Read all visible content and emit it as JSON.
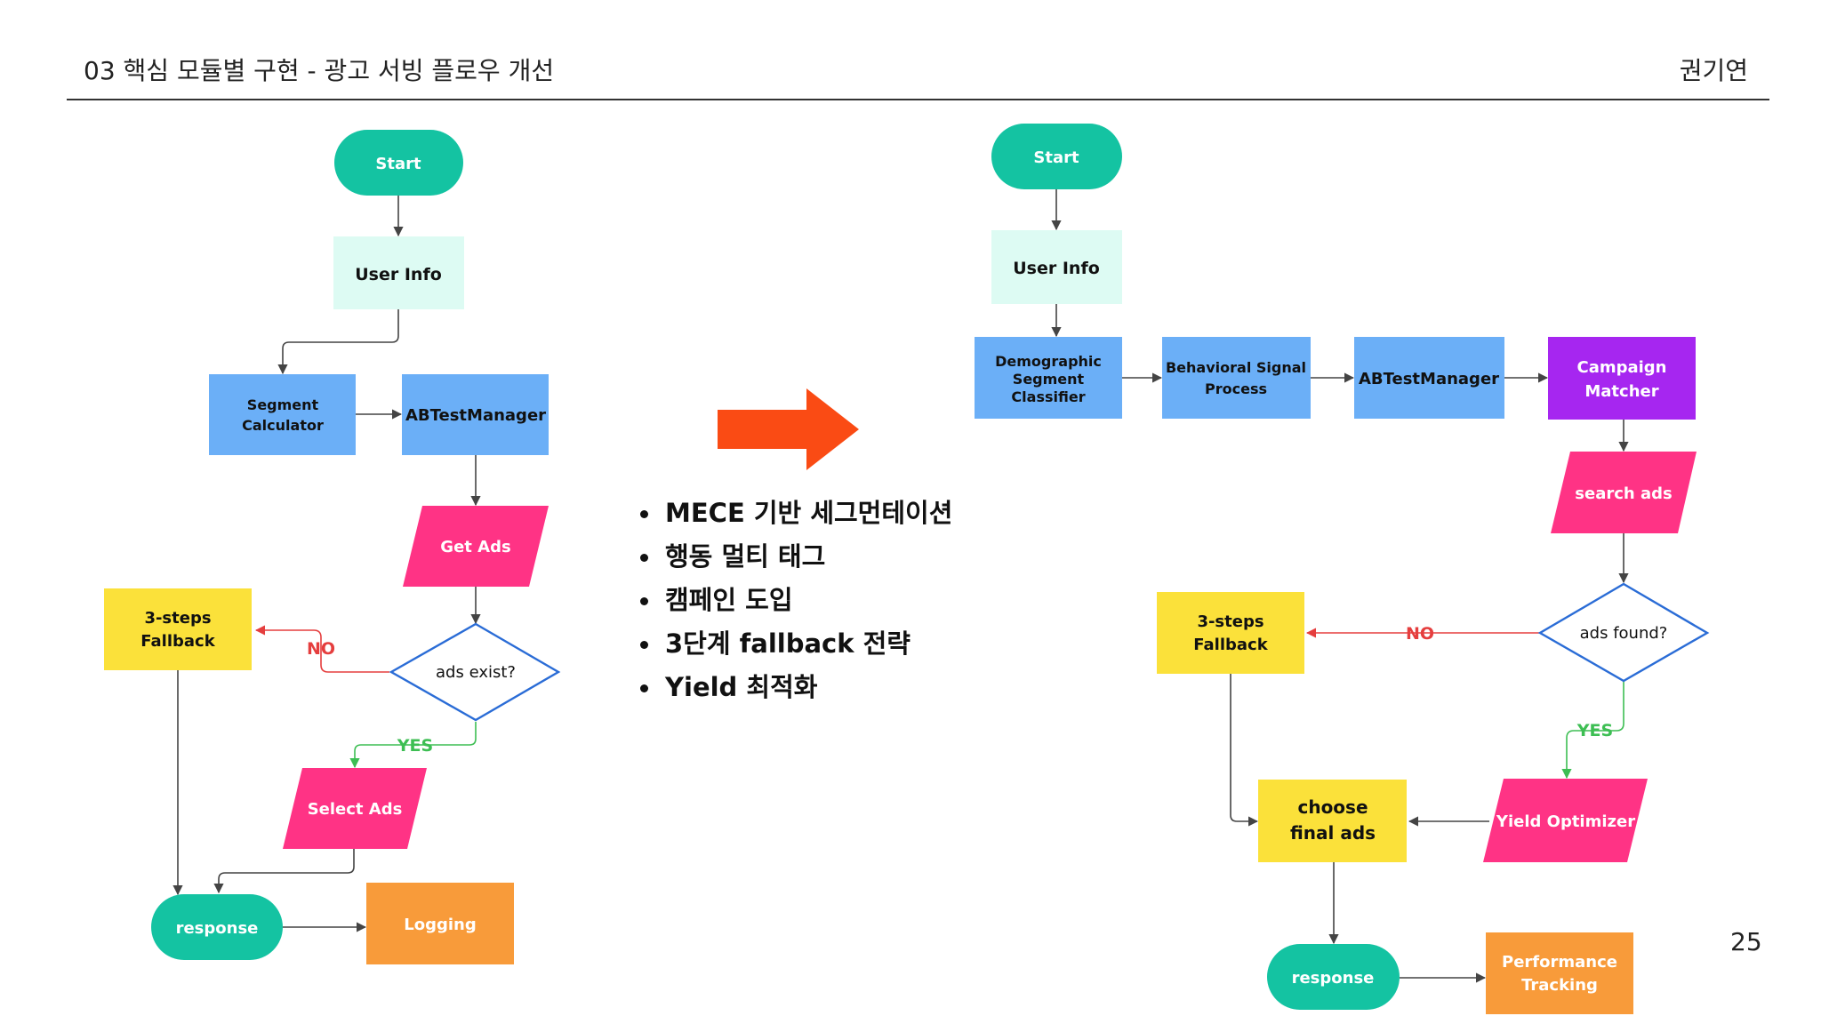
{
  "header": {
    "title": "03 핵심 모듈별 구현 -  광고 서빙 플로우 개선",
    "author": "권기연"
  },
  "page_number": "25",
  "colors": {
    "teal": "#14C3A2",
    "mint": "#DDFBF3",
    "blue": "#6BAFF7",
    "pink": "#FF3385",
    "yellow": "#FBE13A",
    "orange": "#F89B3A",
    "purple": "#A626F0",
    "arrow_orange": "#FA4B14",
    "no_red": "#E53E3E",
    "yes_green": "#3DBE53",
    "decision_border": "#2A6CD6"
  },
  "left_flow": {
    "start": "Start",
    "user_info": "User Info",
    "segment_calculator": [
      "Segment",
      "Calculator"
    ],
    "ab_test_manager": "ABTestManager",
    "get_ads": "Get Ads",
    "decision": "ads exist?",
    "no_label": "NO",
    "yes_label": "YES",
    "fallback": [
      "3-steps",
      "Fallback"
    ],
    "select_ads": "Select Ads",
    "response": "response",
    "logging": "Logging"
  },
  "right_flow": {
    "start": "Start",
    "user_info": "User Info",
    "demographic": [
      "Demographic",
      "Segment",
      "Classifier"
    ],
    "behavioral": [
      "Behavioral Signal",
      "Process"
    ],
    "ab_test_manager": "ABTestManager",
    "campaign_matcher": [
      "Campaign",
      "Matcher"
    ],
    "search_ads": "search ads",
    "decision": "ads found?",
    "no_label": "NO",
    "yes_label": "YES",
    "fallback": [
      "3-steps",
      "Fallback"
    ],
    "yield_optimizer": "Yield Optimizer",
    "choose_final": [
      "choose",
      "final ads"
    ],
    "response": "response",
    "performance": [
      "Performance",
      "Tracking"
    ]
  },
  "bullets": [
    "MECE 기반 세그먼테이션",
    "행동 멀티 태그",
    "캠페인 도입",
    "3단계 fallback 전략",
    "Yield 최적화"
  ]
}
